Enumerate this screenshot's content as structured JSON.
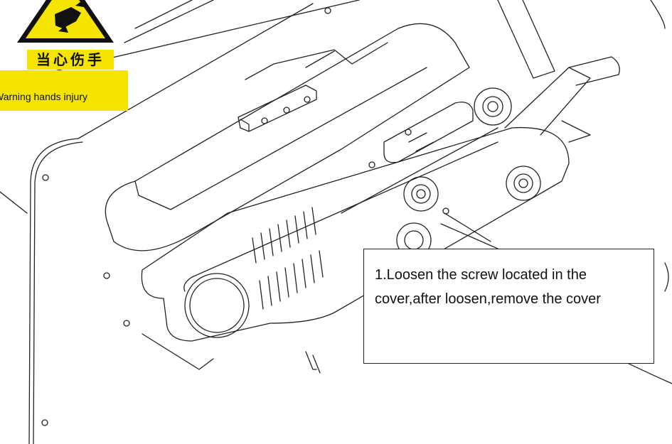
{
  "warning": {
    "sign_icon": "hand-crush-warning-icon",
    "label_cn": "当心伤手",
    "label_en": "Warning hands injury",
    "color": "#f5e400"
  },
  "callout": {
    "text": "1.Loosen the screw located in the cover,after loosen,remove the cover"
  }
}
